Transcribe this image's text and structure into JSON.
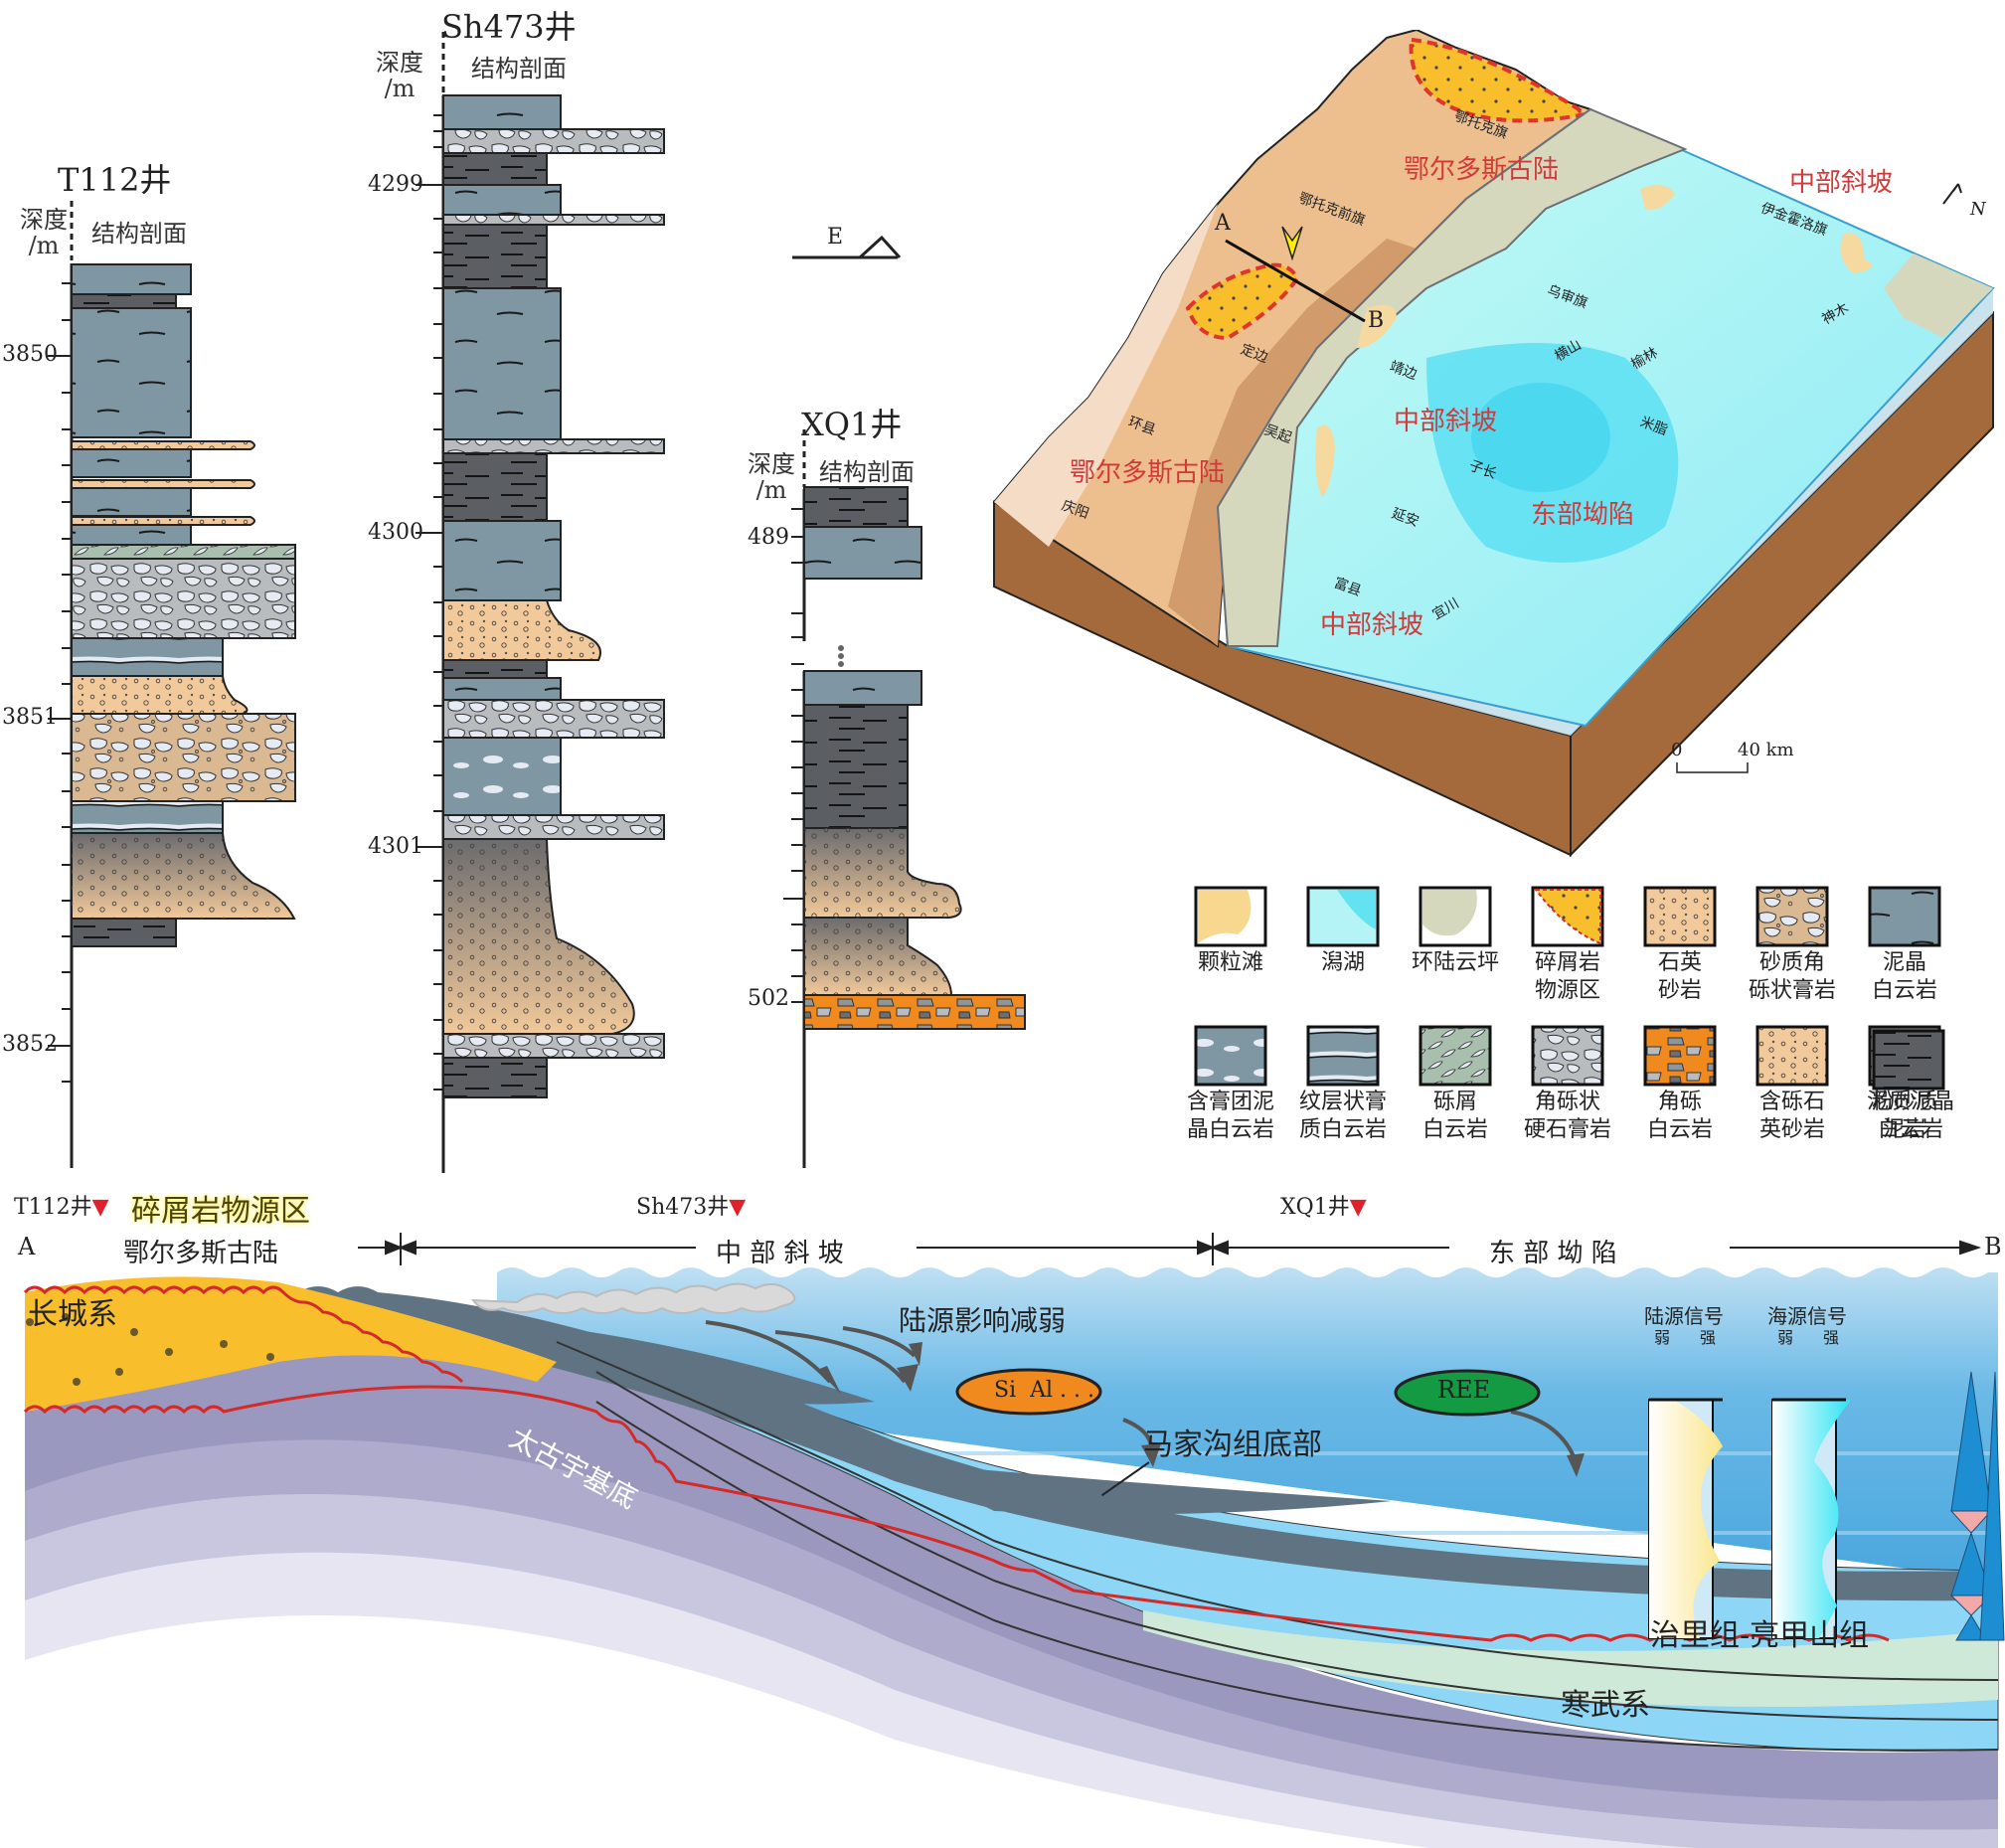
{
  "wells": [
    {
      "id": "t112",
      "title": "T112井",
      "depth_header": [
        "深度",
        "/m"
      ],
      "column_header": "结构剖面",
      "depth_ticks": [
        "3850",
        "3851",
        "3852"
      ],
      "layers": [
        "泥晶白云岩",
        "泥质泥晶白云岩",
        "泥晶白云岩",
        "石英砂岩",
        "泥晶白云岩",
        "石英砂岩",
        "泥晶白云岩",
        "石英砂岩",
        "泥晶白云岩",
        "砾屑白云岩",
        "角砾状硬石膏岩",
        "纹层状膏质白云岩",
        "含砾石英砂岩",
        "砂质角砾状膏岩",
        "纹层状膏质白云岩",
        "粉砂质泥岩",
        "含砾石英砂岩",
        "泥质泥晶白云岩"
      ]
    },
    {
      "id": "sh473",
      "title": "Sh473井",
      "depth_header": [
        "深度",
        "/m"
      ],
      "column_header": "结构剖面",
      "depth_ticks": [
        "4299",
        "4300",
        "4301"
      ],
      "layers": [
        "泥晶白云岩",
        "角砾状硬石膏岩",
        "泥质泥晶白云岩",
        "泥晶白云岩",
        "角砾状硬石膏岩",
        "泥质泥晶白云岩",
        "泥晶白云岩",
        "角砾状硬石膏岩",
        "泥质泥晶白云岩",
        "泥晶白云岩",
        "石英砂岩",
        "泥质泥晶白云岩",
        "泥晶白云岩",
        "角砾状硬石膏岩",
        "含膏团泥晶白云岩",
        "角砾状硬石膏岩",
        "粉砂质泥岩",
        "含砾石英砂岩",
        "角砾状硬石膏岩",
        "泥质泥晶白云岩"
      ]
    },
    {
      "id": "xq1",
      "title": "XQ1井",
      "depth_header": [
        "深度",
        "/m"
      ],
      "column_header": "结构剖面",
      "depth_ticks": [
        "489",
        "502"
      ],
      "layers": [
        "泥质泥晶白云岩",
        "泥晶白云岩",
        "泥晶白云岩",
        "泥质泥晶白云岩",
        "粉砂质泥岩",
        "含砾石英砂岩",
        "粉砂质泥岩",
        "含砾石英砂岩",
        "角砾白云岩"
      ]
    }
  ],
  "orientation": {
    "label": "E"
  },
  "map": {
    "north_label": "N",
    "section_line": {
      "start": "A",
      "end": "B"
    },
    "regions": [
      {
        "label": "鄂尔多斯古陆",
        "kind": "land"
      },
      {
        "label": "鄂尔多斯古陆",
        "kind": "land"
      },
      {
        "label": "中部斜坡",
        "kind": "slope"
      },
      {
        "label": "中部斜坡",
        "kind": "slope"
      },
      {
        "label": "中部斜坡",
        "kind": "slope"
      },
      {
        "label": "东部坳陷",
        "kind": "depression"
      }
    ],
    "cities": [
      "鄂托克旗",
      "鄂托克前旗",
      "伊金霍洛旗",
      "乌审旗",
      "横山",
      "榆林",
      "神木",
      "靖边",
      "定边",
      "吴起",
      "环县",
      "子长",
      "米脂",
      "延安",
      "庆阳",
      "富县",
      "宜川"
    ],
    "scale": {
      "zero": "0",
      "end": "40 km"
    }
  },
  "legend": [
    {
      "label": "颗粒滩",
      "swatch": "grain-shoal"
    },
    {
      "label": "潟湖",
      "swatch": "lagoon"
    },
    {
      "label": "环陆云坪",
      "swatch": "dolomite-flat"
    },
    {
      "label": "碎屑岩\n物源区",
      "swatch": "clastic-source"
    },
    {
      "label": "石英\n砂岩",
      "swatch": "quartz-sandstone"
    },
    {
      "label": "砂质角\n砾状膏岩",
      "swatch": "sandy-breccia-gypsum"
    },
    {
      "label": "泥晶\n白云岩",
      "swatch": "micritic-dolomite"
    },
    {
      "label": "含膏团泥\n晶白云岩",
      "swatch": "gypsum-nodule-dolomite"
    },
    {
      "label": "纹层状膏\n质白云岩",
      "swatch": "laminated-gypsum-dolomite"
    },
    {
      "label": "砾屑\n白云岩",
      "swatch": "intraclast-dolomite"
    },
    {
      "label": "角砾状\n硬石膏岩",
      "swatch": "breccia-anhydrite"
    },
    {
      "label": "角砾\n白云岩",
      "swatch": "breccia-dolomite"
    },
    {
      "label": "含砾石\n英砂岩",
      "swatch": "pebbly-sandstone"
    },
    {
      "label": "粉砂质\n泥岩",
      "swatch": "silty-mudstone"
    },
    {
      "label": "泥质泥晶\n白云岩",
      "swatch": "argillaceous-dolomite"
    }
  ],
  "section": {
    "start": "A",
    "end": "B",
    "well_markers": [
      "T112井",
      "Sh473井",
      "XQ1井"
    ],
    "source_label": "碎屑岩物源区",
    "zones": [
      "鄂尔多斯古陆",
      "中 部 斜 坡",
      "东 部 坳 陷"
    ],
    "units": [
      "长城系",
      "太古宇基底",
      "马家沟组底部",
      "治里组-亮甲山组",
      "寒武系"
    ],
    "annotations": {
      "terrigenous_weakening": "陆源影响减弱",
      "element_bubble_1": "Si  Al . . .",
      "element_bubble_2": "REE"
    },
    "signals": [
      {
        "title": "陆源信号",
        "weak": "弱",
        "strong": "强"
      },
      {
        "title": "海源信号",
        "weak": "弱",
        "strong": "强"
      }
    ]
  },
  "colors": {
    "micritic_dolomite": "#7f97a3",
    "argillaceous_dolomite": "#5b5e63",
    "quartz_sand": "#f2c99a",
    "anhydrite": "#b9bcbf",
    "breccia_orange": "#f08a1f",
    "land_light": "#f3d6bd",
    "land_dark": "#a8683a",
    "lagoon": "#9ef0f5",
    "depression": "#5ce0f2",
    "flat": "#d8d8bd",
    "clastic": "#f9be2c",
    "red_text": "#d23a3a",
    "water": "#5cb3e3",
    "basement": "#9b98bf"
  }
}
